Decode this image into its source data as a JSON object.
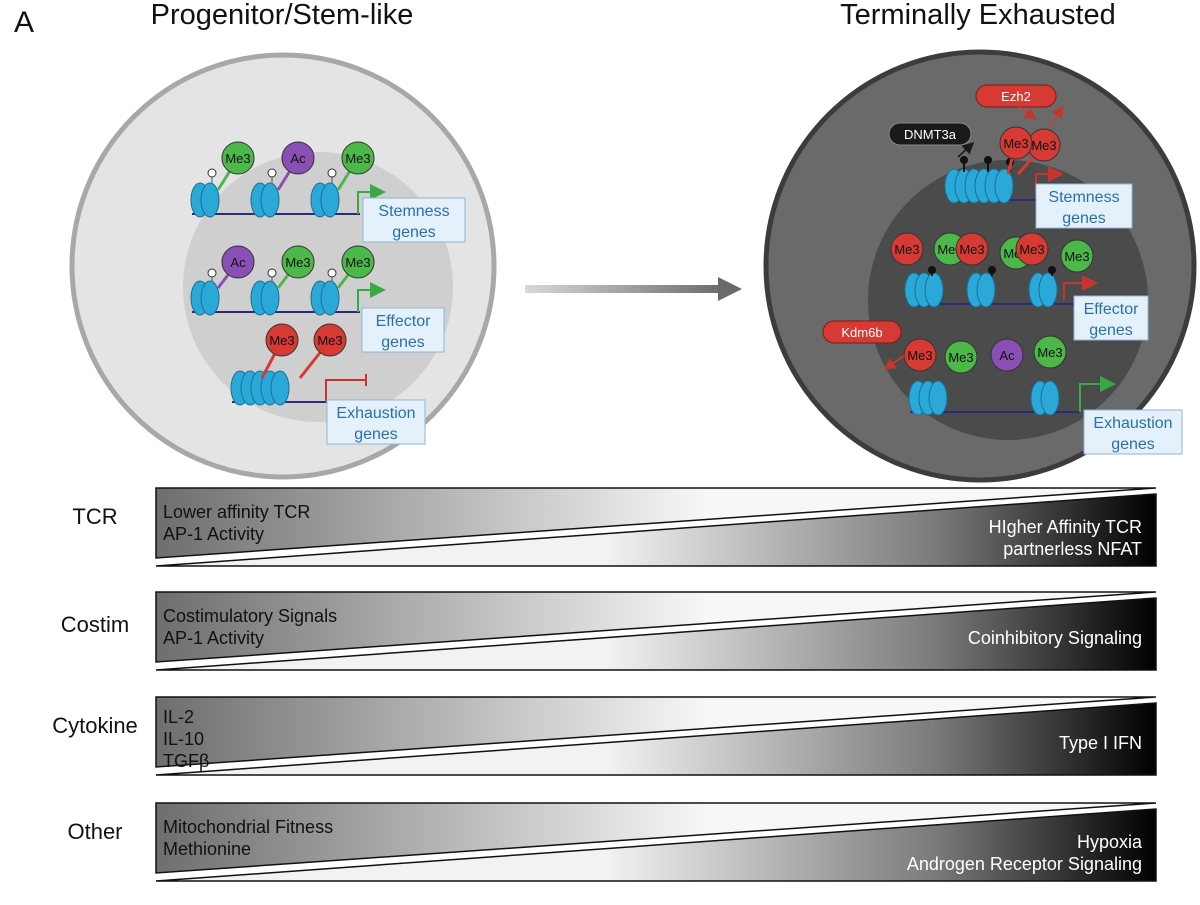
{
  "panel_label": "A",
  "left_title": "Progenitor/Stem-like",
  "right_title": "Terminally Exhausted",
  "left_cell": {
    "rows": [
      {
        "marks": [
          "Me3",
          "Ac",
          "Me3"
        ],
        "gene_box": [
          "Stemness",
          "genes"
        ]
      },
      {
        "marks": [
          "Ac",
          "Me3",
          "Me3"
        ],
        "gene_box": [
          "Effector",
          "genes"
        ]
      },
      {
        "marks": [
          "Me3",
          "Me3"
        ],
        "gene_box": [
          "Exhaustion",
          "genes"
        ]
      }
    ]
  },
  "right_cell": {
    "enzymes": {
      "ezh2": "Ezh2",
      "dnmt3a": "DNMT3a",
      "kdm6b": "Kdm6b"
    },
    "rows": [
      {
        "marks": [
          "Me3",
          "Me3"
        ],
        "gene_box": [
          "Stemness",
          "genes"
        ]
      },
      {
        "marks": [
          "Me3",
          "Me3",
          "Me3",
          "Me3",
          "Me3",
          "Me3"
        ],
        "gene_box": [
          "Effector",
          "genes"
        ]
      },
      {
        "marks": [
          "Me3",
          "Me3",
          "Ac",
          "Me3"
        ],
        "gene_box": [
          "Exhaustion",
          "genes"
        ]
      }
    ]
  },
  "gradients": [
    {
      "label": "TCR",
      "left_text": [
        "Lower affinity TCR",
        "AP-1 Activity"
      ],
      "right_text": [
        "HIgher Affinity TCR",
        "partnerless NFAT"
      ]
    },
    {
      "label": "Costim",
      "left_text": [
        "Costimulatory Signals",
        "AP-1 Activity"
      ],
      "right_text": [
        "Coinhibitory Signaling"
      ]
    },
    {
      "label": "Cytokine",
      "left_text": [
        "IL-2",
        "IL-10",
        "TGFβ"
      ],
      "right_text": [
        "Type I IFN"
      ]
    },
    {
      "label": "Other",
      "left_text": [
        "Mitochondrial Fitness",
        "Methionine"
      ],
      "right_text": [
        "Hypoxia",
        "Androgen Receptor Signaling"
      ]
    }
  ],
  "colors": {
    "me3_active": "#4cb84a",
    "me3_repressive": "#d63a33",
    "acetyl": "#8a4fb5",
    "nucleosome": "#2aa9d9",
    "gene_box_fill": "#e4f1fb",
    "gene_box_text": "#2a6fb0",
    "arrow_active": "#3aa845",
    "arrow_repressed": "#c8352e",
    "enzyme_red": "#d63a33",
    "enzyme_black": "#1a1a1a"
  }
}
